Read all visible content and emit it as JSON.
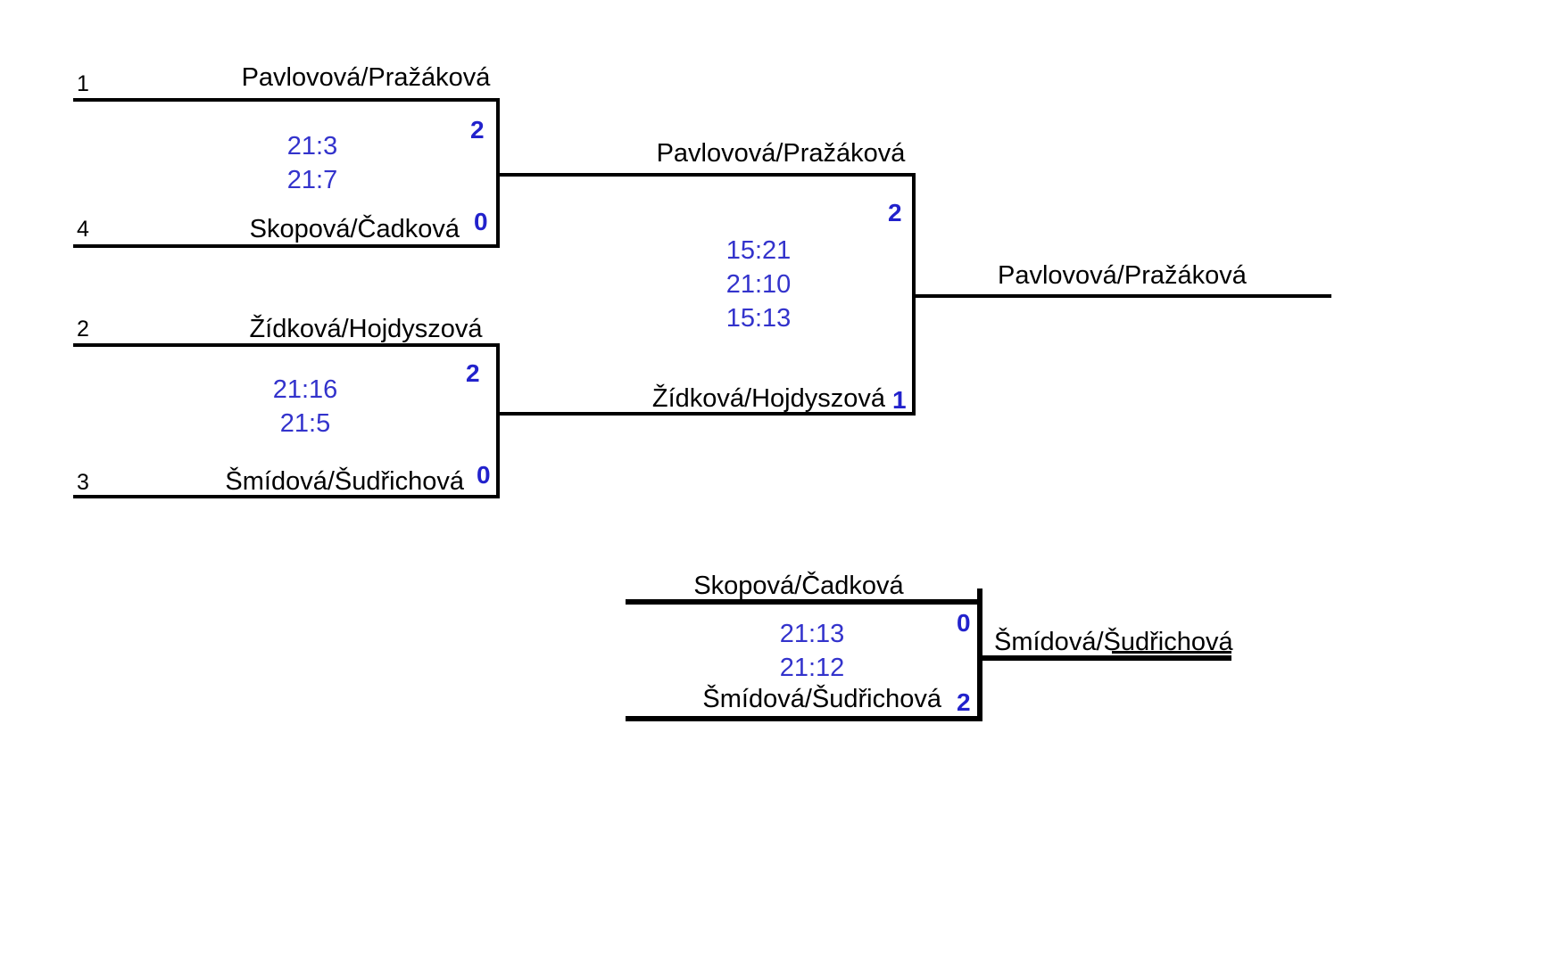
{
  "bracket": {
    "type": "single-elimination-with-consolation",
    "sport_scoring": "badminton (21-point sets)",
    "accent_color": "#3333cc",
    "line_color": "#000000",
    "round1": {
      "match_a": {
        "top": {
          "seed": "1",
          "team": "Pavlovová/Pražáková",
          "points": "2"
        },
        "bottom": {
          "seed": "4",
          "team": "Skopová/Čadková",
          "points": "0"
        },
        "sets": [
          "21:3",
          "21:7"
        ],
        "winner": "Pavlovová/Pražáková"
      },
      "match_b": {
        "top": {
          "seed": "2",
          "team": "Žídková/Hojdyszová",
          "points": "2"
        },
        "bottom": {
          "seed": "3",
          "team": "Šmídová/Šudřichová",
          "points": "0"
        },
        "sets": [
          "21:16",
          "21:5"
        ],
        "winner": "Žídková/Hojdyszová"
      }
    },
    "final": {
      "top": {
        "team": "Pavlovová/Pražáková",
        "points": "2"
      },
      "bottom": {
        "team": "Žídková/Hojdyszová",
        "points": "1"
      },
      "sets": [
        "15:21",
        "21:10",
        "15:13"
      ],
      "winner": "Pavlovová/Pražáková"
    },
    "third_place": {
      "top": {
        "team": "Skopová/Čadková",
        "points": "0"
      },
      "bottom": {
        "team": "Šmídová/Šudřichová",
        "points": "2"
      },
      "sets": [
        "21:13",
        "21:12"
      ],
      "winner": "Šmídová/Šudřichová"
    }
  }
}
